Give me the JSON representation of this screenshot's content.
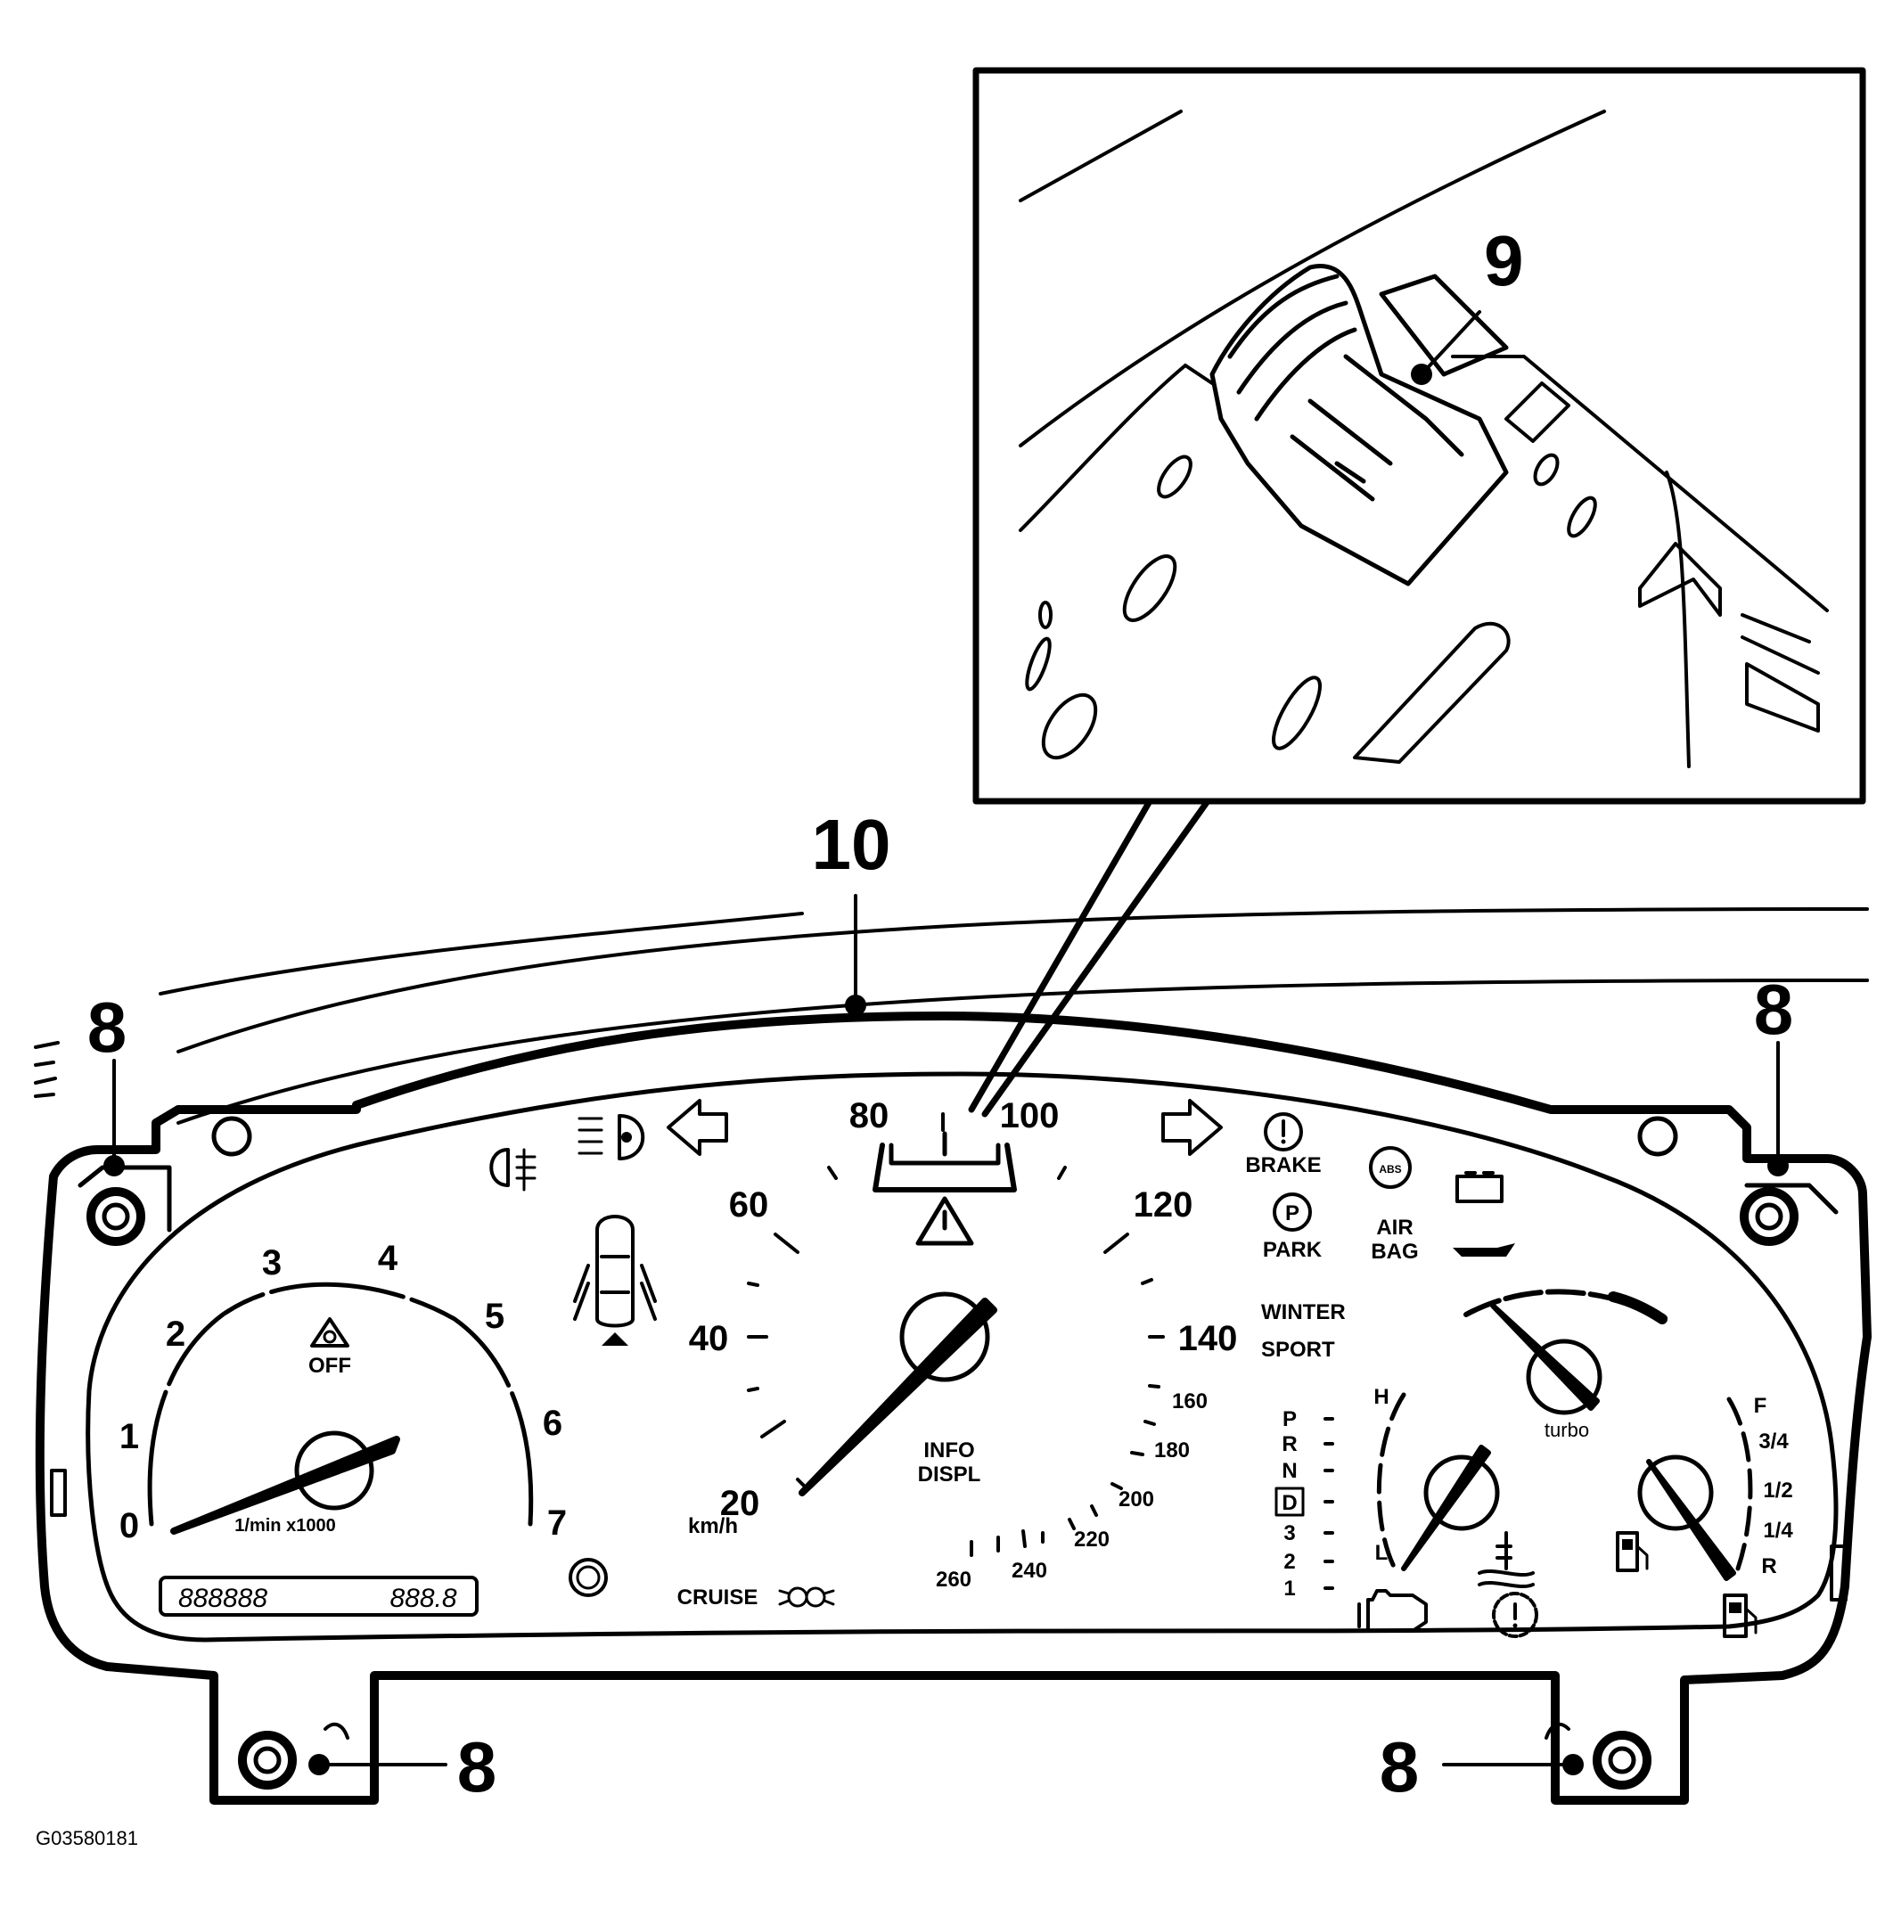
{
  "figure_code": "G03580181",
  "callouts": {
    "fastener": "8",
    "connector": "9",
    "cluster": "10"
  },
  "speedometer": {
    "unit": "km/h",
    "scale": [
      "20",
      "40",
      "60",
      "80",
      "100",
      "120",
      "140",
      "160",
      "180",
      "200",
      "220",
      "240",
      "260"
    ],
    "info_label": [
      "INFO",
      "DISPL"
    ]
  },
  "tachometer": {
    "unit": "1/min x1000",
    "scale": [
      "0",
      "1",
      "2",
      "3",
      "4",
      "5",
      "6",
      "7"
    ],
    "tcs_label": "OFF"
  },
  "odometer": {
    "trip": "888888",
    "total": "888.8"
  },
  "warning_labels": {
    "brake": "BRAKE",
    "park": "PARK",
    "airbag": [
      "AIR",
      "BAG"
    ],
    "abs": "ABS",
    "winter": "WINTER",
    "sport": "SPORT",
    "cruise": "CRUISE",
    "turbo": "turbo"
  },
  "gear_indicator": [
    "P",
    "R",
    "N",
    "D",
    "3",
    "2",
    "1"
  ],
  "temp_gauge": {
    "high": "H",
    "low": "L"
  },
  "fuel_gauge": {
    "full": "F",
    "three_quarter": "3/4",
    "half": "1/2",
    "quarter": "1/4",
    "reserve": "R"
  },
  "icons": [
    "fog-light-icon",
    "headlight-icon",
    "turn-left-icon",
    "turn-right-icon",
    "hazard-icon",
    "door-open-icon",
    "tcs-icon",
    "bulb-icon",
    "engine-icon",
    "brake-warning-icon",
    "park-icon",
    "abs-icon",
    "battery-icon",
    "oil-icon",
    "coolant-icon",
    "fuel-icon",
    "gear-warning-icon"
  ]
}
